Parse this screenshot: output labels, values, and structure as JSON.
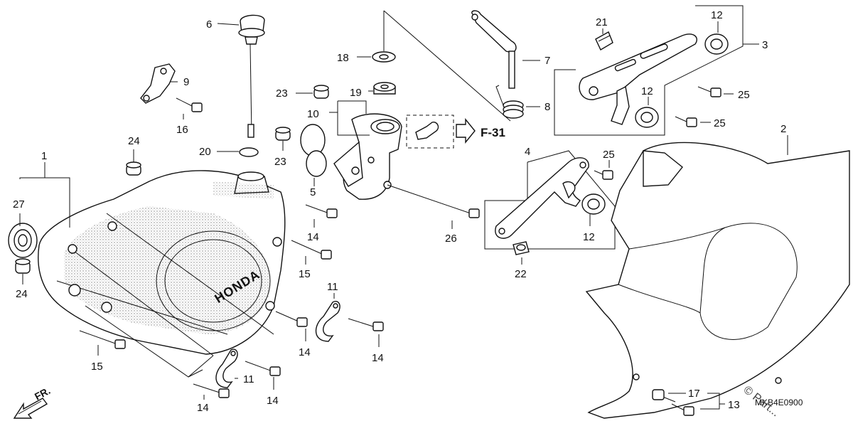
{
  "callouts": {
    "c1": "1",
    "c2": "2",
    "c3": "3",
    "c4": "4",
    "c5": "5",
    "c6": "6",
    "c7": "7",
    "c8": "8",
    "c9": "9",
    "c10": "10",
    "c11a": "11",
    "c11b": "11",
    "c12a": "12",
    "c12b": "12",
    "c12c": "12",
    "c13": "13",
    "c14a": "14",
    "c14b": "14",
    "c14c": "14",
    "c14d": "14",
    "c14e": "14",
    "c15a": "15",
    "c15b": "15",
    "c16": "16",
    "c17": "17",
    "c18": "18",
    "c19": "19",
    "c20": "20",
    "c21": "21",
    "c22": "22",
    "c23a": "23",
    "c23b": "23",
    "c24a": "24",
    "c24b": "24",
    "c25a": "25",
    "c25b": "25",
    "c25c": "25",
    "c26": "26",
    "c27": "27"
  },
  "reference": "F-31",
  "front_marker": "FR.",
  "cover_logo": "HONDA",
  "diagram_code": "MKB4E0900",
  "watermark": "© Part..."
}
